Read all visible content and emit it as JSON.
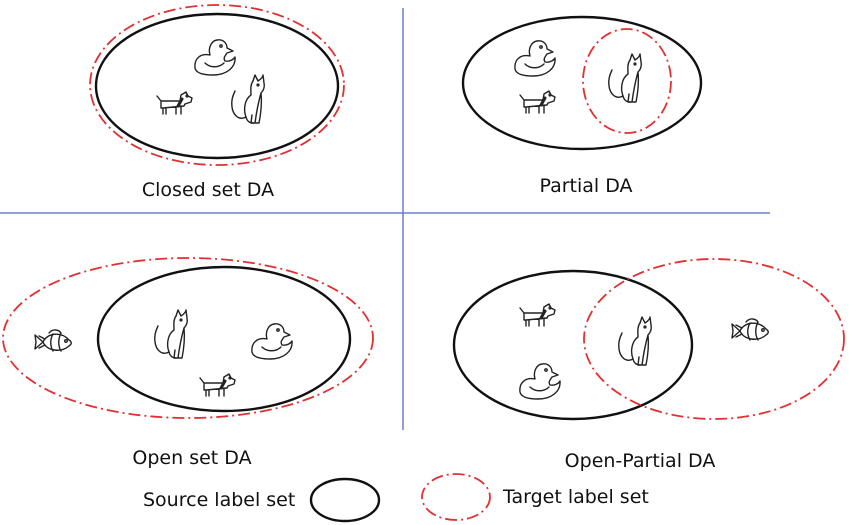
{
  "quadrants": {
    "closed_set": {
      "caption": "Closed set DA"
    },
    "partial": {
      "caption": "Partial DA"
    },
    "open_set": {
      "caption": "Open set DA"
    },
    "open_partial": {
      "caption": "Open-Partial DA"
    }
  },
  "legend": {
    "source_label": "Source label set",
    "target_label": "Target label set"
  },
  "colors": {
    "source_outline": "#111111",
    "target_outline": "#e03030",
    "divider": "#6a7fd0"
  },
  "icons": [
    "duck-icon",
    "dog-icon",
    "cat-icon",
    "fish-icon"
  ]
}
